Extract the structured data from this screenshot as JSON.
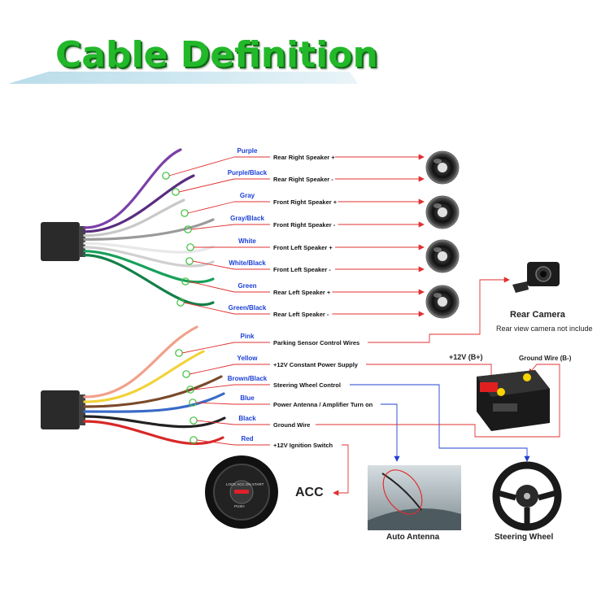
{
  "title": "Cable Definition",
  "colors": {
    "title_green": "#22b82a",
    "color_label_blue": "#1a3fd8",
    "wire_red": "#e03030",
    "wire_blue": "#2040d0",
    "connector": "#2a2a2a"
  },
  "harness_top": {
    "wires": [
      {
        "color_name": "Purple",
        "function": "Rear Right Speaker +",
        "wire_color": "#7b3fa8",
        "target": "speaker-1"
      },
      {
        "color_name": "Purple/Black",
        "function": "Rear Right Speaker -",
        "wire_color": "#5a2d80",
        "target": "speaker-1"
      },
      {
        "color_name": "Gray",
        "function": "Front Right Speaker +",
        "wire_color": "#c8c8c8",
        "target": "speaker-2"
      },
      {
        "color_name": "Gray/Black",
        "function": "Front Right Speaker -",
        "wire_color": "#9a9a9a",
        "target": "speaker-2"
      },
      {
        "color_name": "White",
        "function": "Front Left Speaker +",
        "wire_color": "#e8e8e8",
        "target": "speaker-3"
      },
      {
        "color_name": "White/Black",
        "function": "Front Left Speaker -",
        "wire_color": "#d0d0d0",
        "target": "speaker-3"
      },
      {
        "color_name": "Green",
        "function": "Rear Left Speaker +",
        "wire_color": "#18a05a",
        "target": "speaker-4"
      },
      {
        "color_name": "Green/Black",
        "function": "Rear Left Speaker -",
        "wire_color": "#138048",
        "target": "speaker-4"
      }
    ]
  },
  "harness_bottom": {
    "wires": [
      {
        "color_name": "Pink",
        "function": "Parking Sensor Control Wires",
        "wire_color": "#f2a08a"
      },
      {
        "color_name": "Yellow",
        "function": "+12V Constant Power Supply",
        "wire_color": "#f2d23a"
      },
      {
        "color_name": "Brown/Black",
        "function": "Steering Wheel Control",
        "wire_color": "#7a4a2a"
      },
      {
        "color_name": "Blue",
        "function": "Power Antenna / Amplifier Turn on",
        "wire_color": "#3a6ac8"
      },
      {
        "color_name": "Black",
        "function": "Ground Wire",
        "wire_color": "#222222"
      },
      {
        "color_name": "Red",
        "function": "+12V  Ignition Switch",
        "wire_color": "#d82828"
      }
    ]
  },
  "devices": {
    "rear_camera": {
      "label": "Rear Camera",
      "note": "Rear view camera not include"
    },
    "battery": {
      "plus_label": "+12V  (B+)",
      "ground_label": "Ground Wire (B-)"
    },
    "acc": {
      "label": "ACC",
      "key_text": "LOCK  ACC  ON  START",
      "push_text": "PUSH"
    },
    "antenna": {
      "label": "Auto Antenna"
    },
    "steering": {
      "label": "Steering Wheel"
    }
  }
}
